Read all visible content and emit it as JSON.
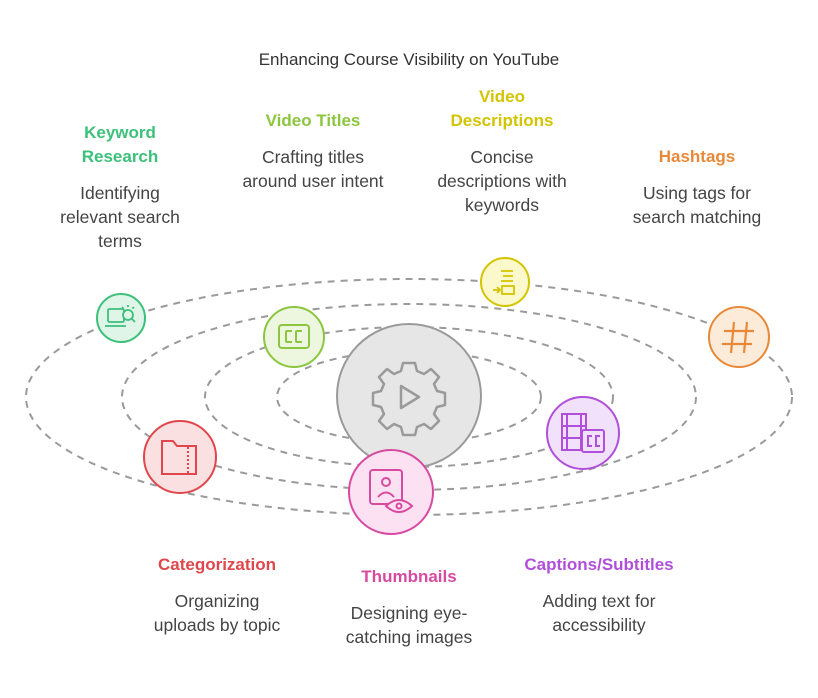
{
  "title": "Enhancing Course Visibility on YouTube",
  "colors": {
    "keyword": "#3cc07a",
    "titles": "#8cc63f",
    "descriptions": "#d4c400",
    "hashtags": "#e8893a",
    "categorization": "#e0474c",
    "thumbnails": "#d84aa0",
    "captions": "#b04fd9",
    "center": "#9a9a9a"
  },
  "items": {
    "keyword": {
      "label": "Keyword\nResearch",
      "desc": "Identifying\nrelevant search\nterms",
      "icon": "search-computer-icon"
    },
    "titles": {
      "label": "Video Titles",
      "desc": "Crafting titles\naround user intent",
      "icon": "closed-captions-icon"
    },
    "descriptions": {
      "label": "Video\nDescriptions",
      "desc": "Concise\ndescriptions with\nkeywords",
      "icon": "text-lines-icon"
    },
    "hashtags": {
      "label": "Hashtags",
      "desc": "Using tags for\nsearch matching",
      "icon": "hashtag-icon"
    },
    "categorization": {
      "label": "Categorization",
      "desc": "Organizing\nuploads by topic",
      "icon": "folder-icon"
    },
    "thumbnails": {
      "label": "Thumbnails",
      "desc": "Designing eye-\ncatching images",
      "icon": "image-eye-icon"
    },
    "captions": {
      "label": "Captions/Subtitles",
      "desc": "Adding text for\naccessibility",
      "icon": "film-captions-icon"
    }
  },
  "center_icon": "gear-play-icon"
}
